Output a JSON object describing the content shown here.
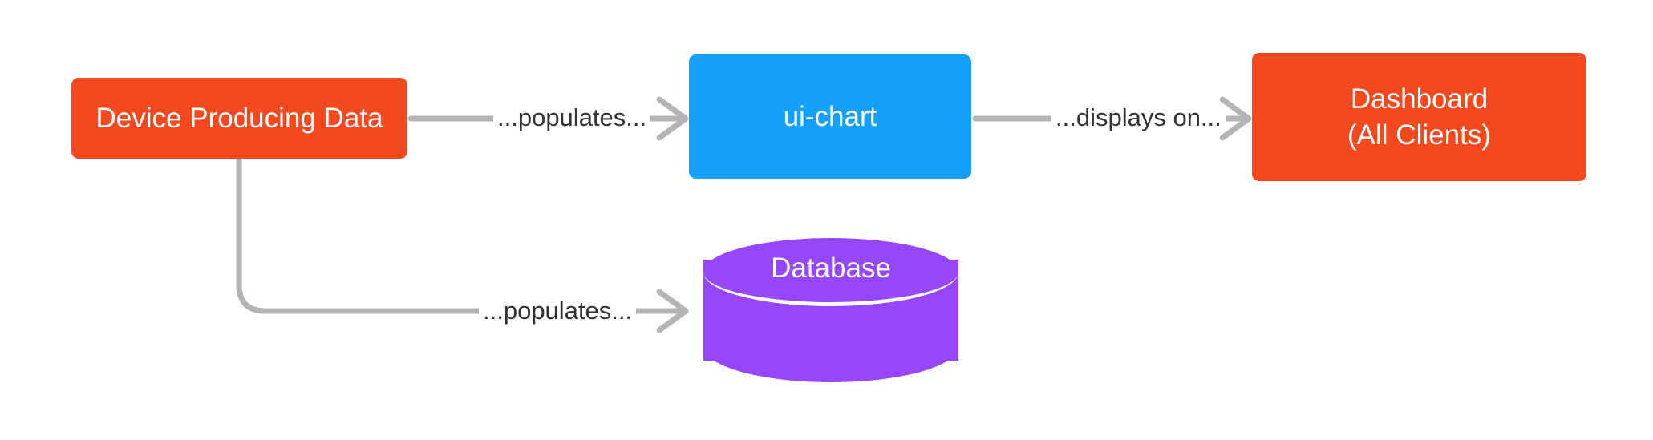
{
  "diagram": {
    "type": "flowchart",
    "direction": "left-to-right",
    "background_color": "#ffffff",
    "nodes": [
      {
        "id": "device",
        "label": "Device Producing Data",
        "shape": "rounded-rectangle",
        "color": "#f4491f",
        "text_color": "#ffffff"
      },
      {
        "id": "uichart",
        "label": "ui-chart",
        "shape": "rounded-rectangle",
        "color": "#139ffa",
        "text_color": "#ffffff"
      },
      {
        "id": "dashboard",
        "label": "Dashboard\n(All Clients)",
        "shape": "rounded-rectangle",
        "color": "#f4491f",
        "text_color": "#ffffff"
      },
      {
        "id": "database",
        "label": "Database",
        "shape": "cylinder",
        "color": "#9747fb",
        "text_color": "#ffffff"
      }
    ],
    "edges": [
      {
        "id": "device-to-uichart",
        "from": "device",
        "to": "uichart",
        "label": "...populates...",
        "color": "#b4b4b4",
        "arrowhead": "open-chevron"
      },
      {
        "id": "uichart-to-dashboard",
        "from": "uichart",
        "to": "dashboard",
        "label": "...displays on...",
        "color": "#b4b4b4",
        "arrowhead": "open-chevron"
      },
      {
        "id": "device-to-database",
        "from": "device",
        "to": "database",
        "label": "...populates...",
        "color": "#b4b4b4",
        "arrowhead": "open-chevron"
      }
    ]
  }
}
